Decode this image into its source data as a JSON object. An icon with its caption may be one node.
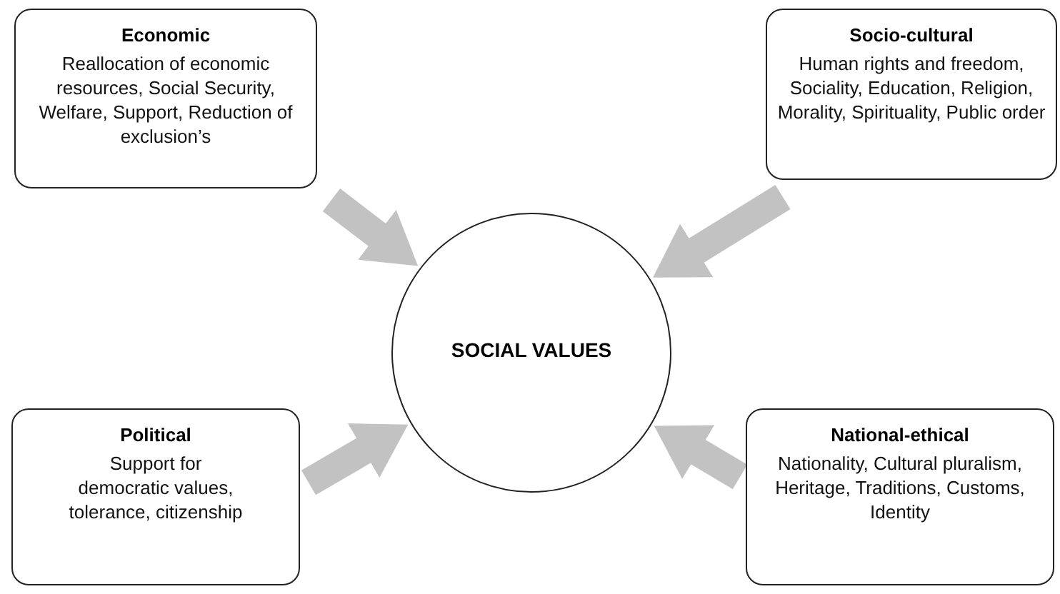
{
  "diagram": {
    "nodes": [
      {
        "text": [
          "Economic",
          "Reallocation of economic resources, Social Security, Welfare, Support, Reduction of exclusion’s"
        ]
      },
      {
        "text": [
          "Socio-cultural",
          "Human rights and freedom, Sociality, Education, Religion, Morality, Spirituality, Public order"
        ]
      },
      {
        "text": [
          "SOCIAL VALUES"
        ]
      },
      {
        "text": [
          "Political",
          "Support for democratic values, tolerance, citizenship"
        ]
      },
      {
        "text": [
          "National-ethical",
          "Nationality,  Cultural pluralism, Heritage, Traditions, Customs, Identity"
        ]
      }
    ],
    "edges": [
      {
        "from": 0,
        "to": 2,
        "arrow": "to"
      },
      {
        "from": 1,
        "to": 2,
        "arrow": "to"
      },
      {
        "from": 3,
        "to": 2,
        "arrow": "to"
      },
      {
        "from": 4,
        "to": 2,
        "arrow": "to"
      }
    ]
  }
}
